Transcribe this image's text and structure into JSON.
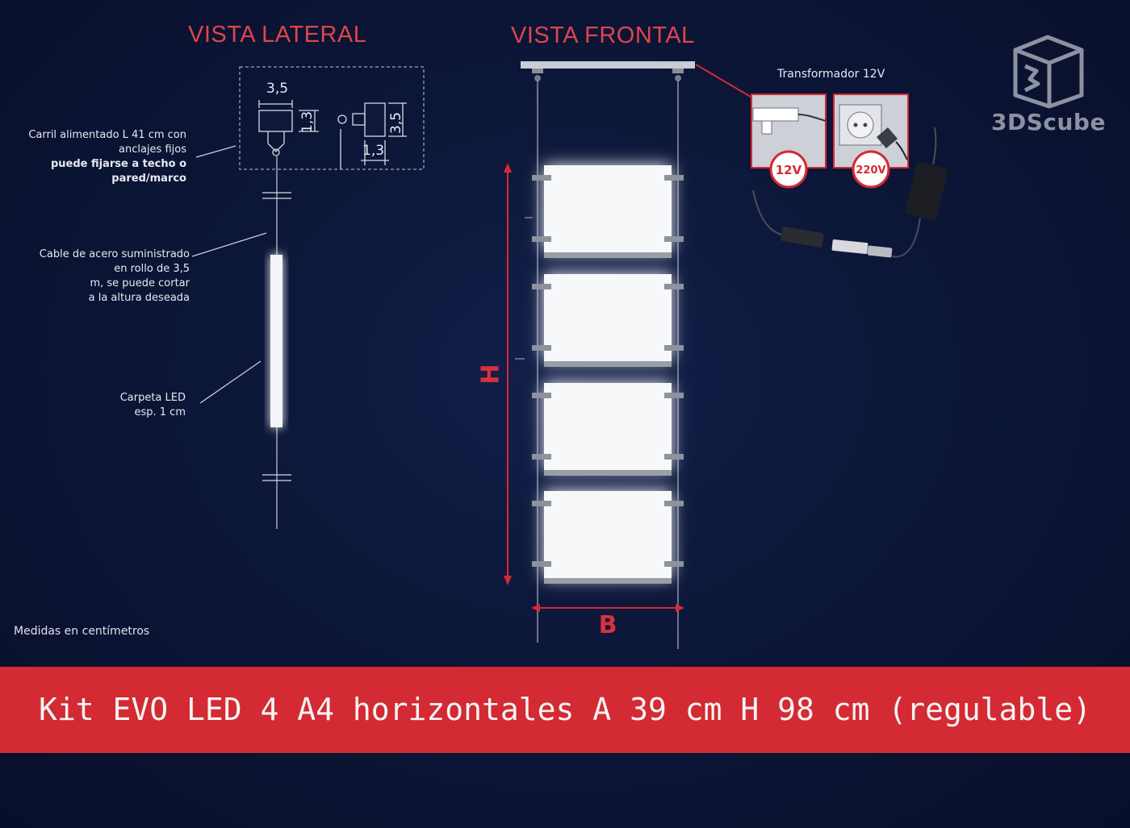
{
  "headings": {
    "lateral": "VISTA LATERAL",
    "frontal": "VISTA FRONTAL"
  },
  "notes": {
    "rail_line1": "Carril alimentado L 41 cm con",
    "rail_line2": "anclajes fijos",
    "rail_line3": "puede fijarse a techo o",
    "rail_line4": "pared/marco",
    "cable_line1": "Cable de acero suministrado",
    "cable_line2": "en rollo de 3,5",
    "cable_line3": "m, se puede cortar",
    "cable_line4": "a la altura deseada",
    "folder_line1": "Carpeta LED",
    "folder_line2": "esp. 1 cm",
    "units": "Medidas en centímetros"
  },
  "dimensions": {
    "rail_width": "3,5",
    "rail_height": "1,3",
    "anchor_height": "3,5",
    "anchor_depth": "1,3",
    "height_letter": "H",
    "width_letter": "B"
  },
  "transformer": {
    "label": "Transformador 12V",
    "low_voltage": "12V",
    "high_voltage": "220V"
  },
  "brand": {
    "name": "3DScube"
  },
  "banner": {
    "text": "Kit EVO LED 4 A4 horizontales A 39 cm H 98 cm (regulable)"
  },
  "colors": {
    "accent_red": "#d42a33",
    "heading_red": "#e0444c",
    "background": "#0c1638"
  }
}
